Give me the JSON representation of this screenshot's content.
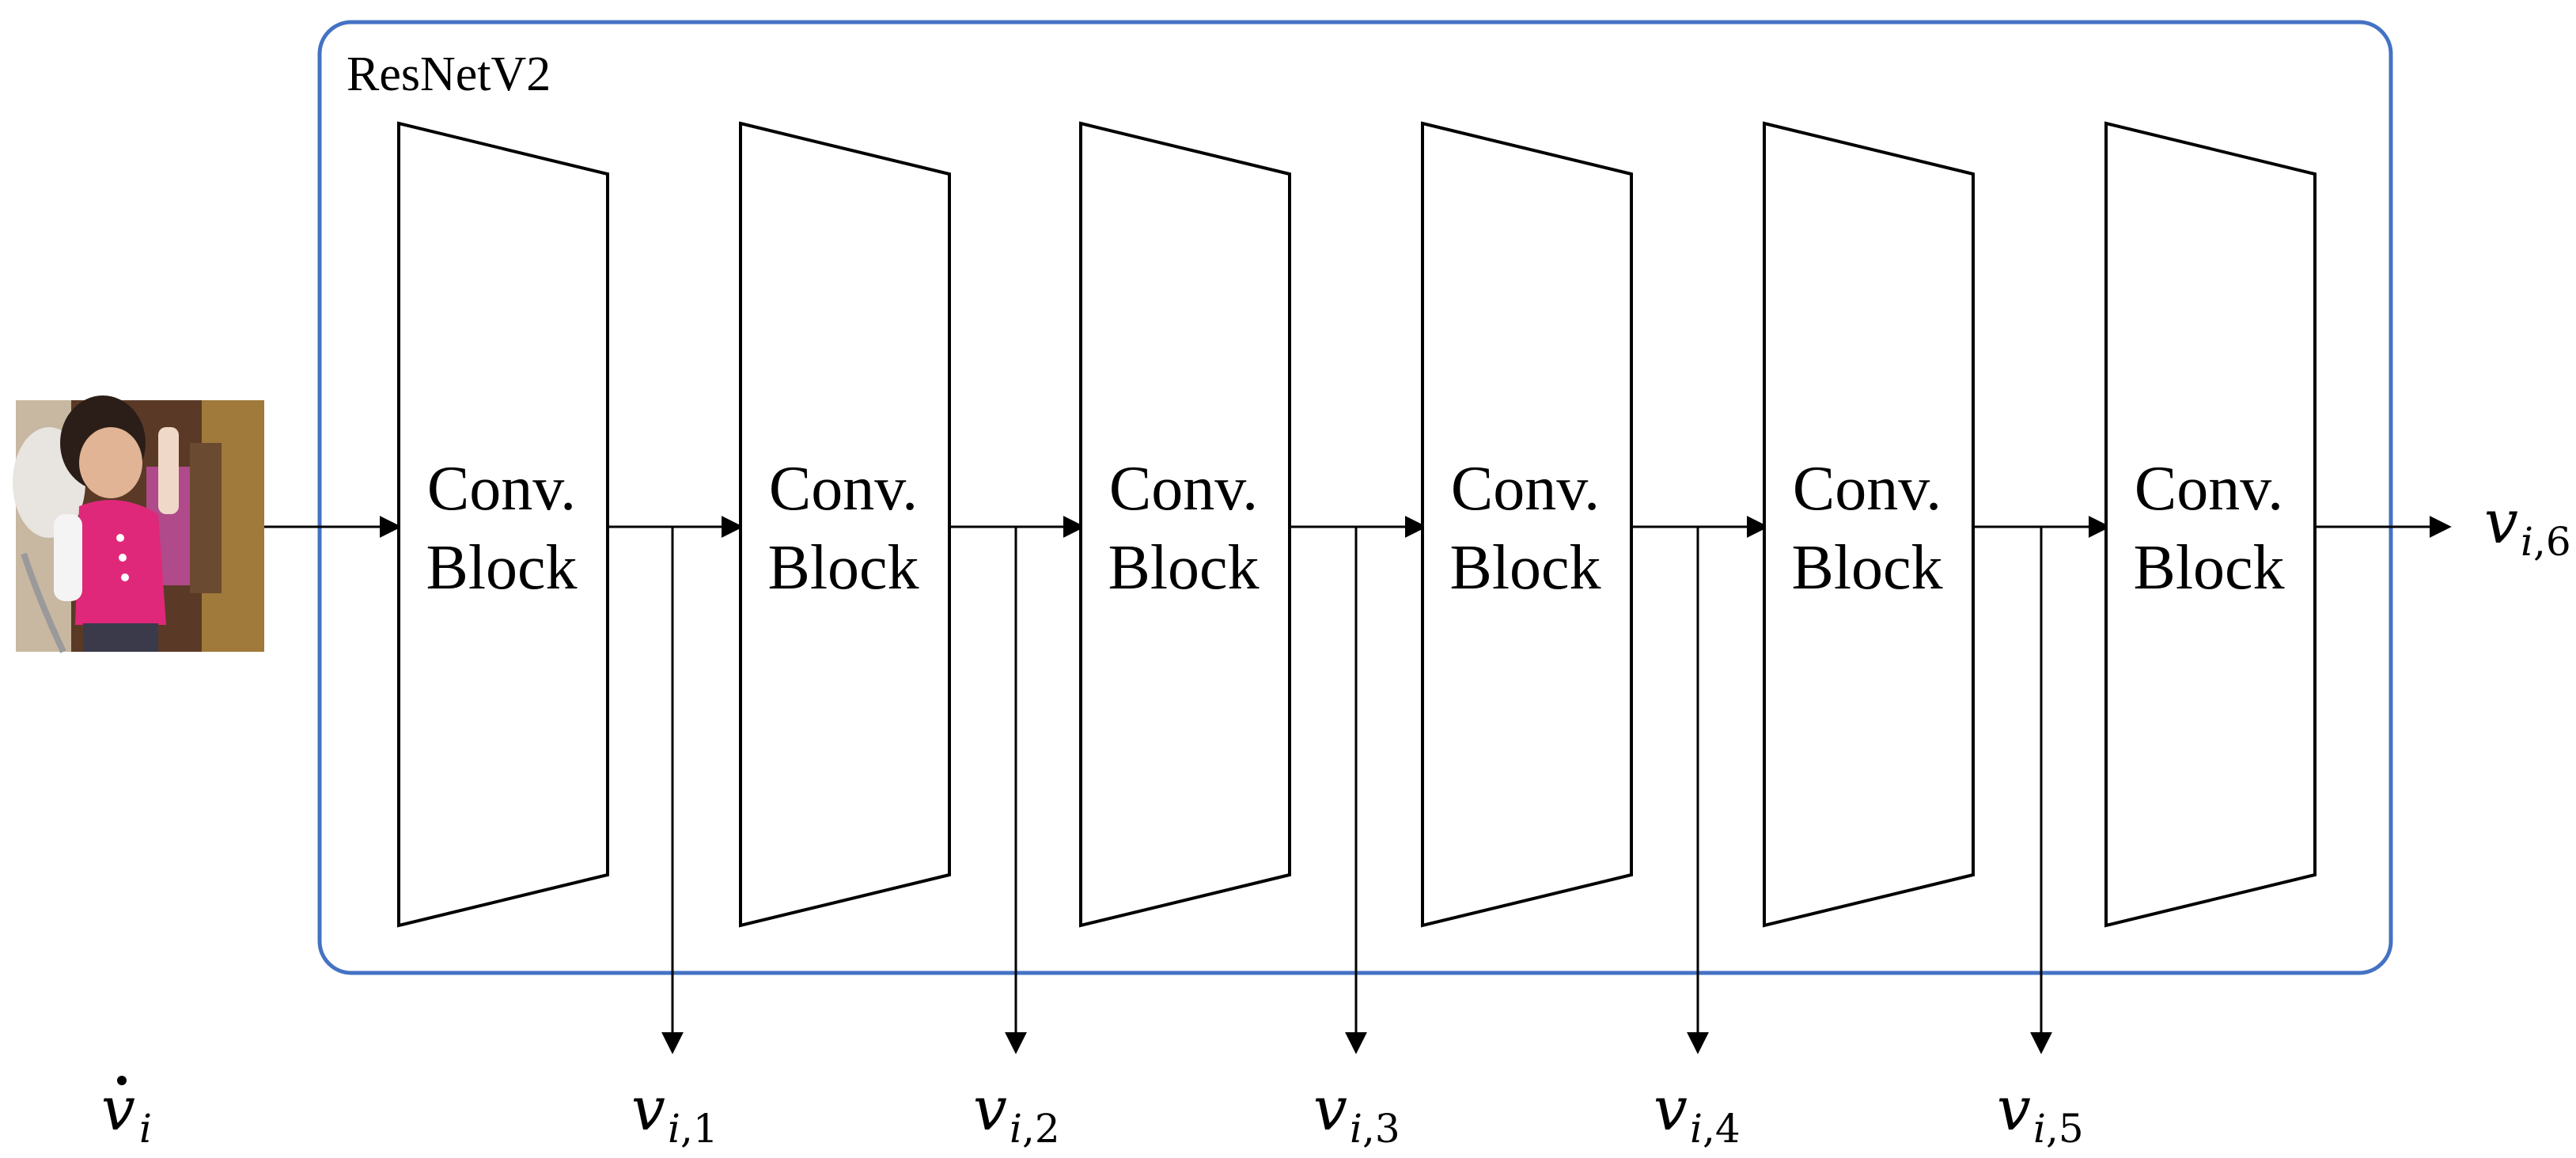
{
  "diagram": {
    "frame_label": "ResNetV2",
    "frame_color": "#4472c4",
    "input": {
      "label": {
        "base": "v",
        "sub": "i",
        "accent": "dot"
      },
      "image": "photo-of-toddler-in-pink-shirt"
    },
    "blocks": [
      {
        "line1": "Conv.",
        "line2": "Block"
      },
      {
        "line1": "Conv.",
        "line2": "Block"
      },
      {
        "line1": "Conv.",
        "line2": "Block"
      },
      {
        "line1": "Conv.",
        "line2": "Block"
      },
      {
        "line1": "Conv.",
        "line2": "Block"
      },
      {
        "line1": "Conv.",
        "line2": "Block"
      }
    ],
    "taps": [
      {
        "base": "v",
        "sub_i": "i",
        "sub_n": ",1"
      },
      {
        "base": "v",
        "sub_i": "i",
        "sub_n": ",2"
      },
      {
        "base": "v",
        "sub_i": "i",
        "sub_n": ",3"
      },
      {
        "base": "v",
        "sub_i": "i",
        "sub_n": ",4"
      },
      {
        "base": "v",
        "sub_i": "i",
        "sub_n": ",5"
      }
    ],
    "output": {
      "base": "v",
      "sub_i": "i",
      "sub_n": ",6"
    }
  }
}
